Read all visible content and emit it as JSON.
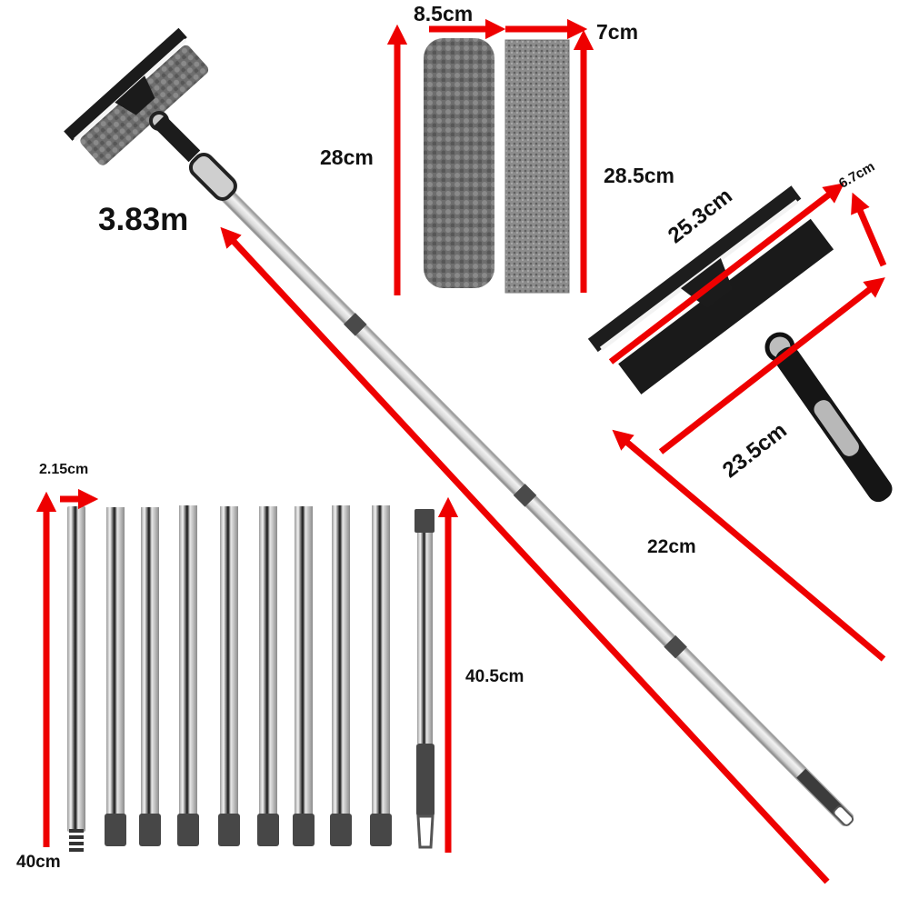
{
  "title": "Telescopic window squeegee & washer kit dimensions",
  "colors": {
    "arrow": "#ee0000",
    "text": "#111111",
    "pole_light": "#e4e4e4",
    "pole_dark": "#1a1a1a",
    "microfiber_chenille": "#6d6d6d",
    "microfiber_flat": "#8a8a8a",
    "squeegee_black": "#1c1c1c",
    "connector": "#4a4a4a"
  },
  "labels": {
    "total_length": "3.83m",
    "chenille_pad_width": "8.5cm",
    "chenille_pad_height": "28cm",
    "flat_pad_width": "7cm",
    "flat_pad_height": "28.5cm",
    "squeegee_blade_length": "25.3cm",
    "squeegee_head_depth": "6.7cm",
    "sponge_length": "23.5cm",
    "head_neck_length": "22cm",
    "pole_diameter": "2.15cm",
    "pole_segment_length": "40cm",
    "handle_segment_length": "40.5cm"
  },
  "parts": {
    "pole_segments_count": 9,
    "handle_segments_count": 1,
    "replacement_pads": [
      "chenille microfiber pad",
      "flat microfiber pad"
    ]
  }
}
